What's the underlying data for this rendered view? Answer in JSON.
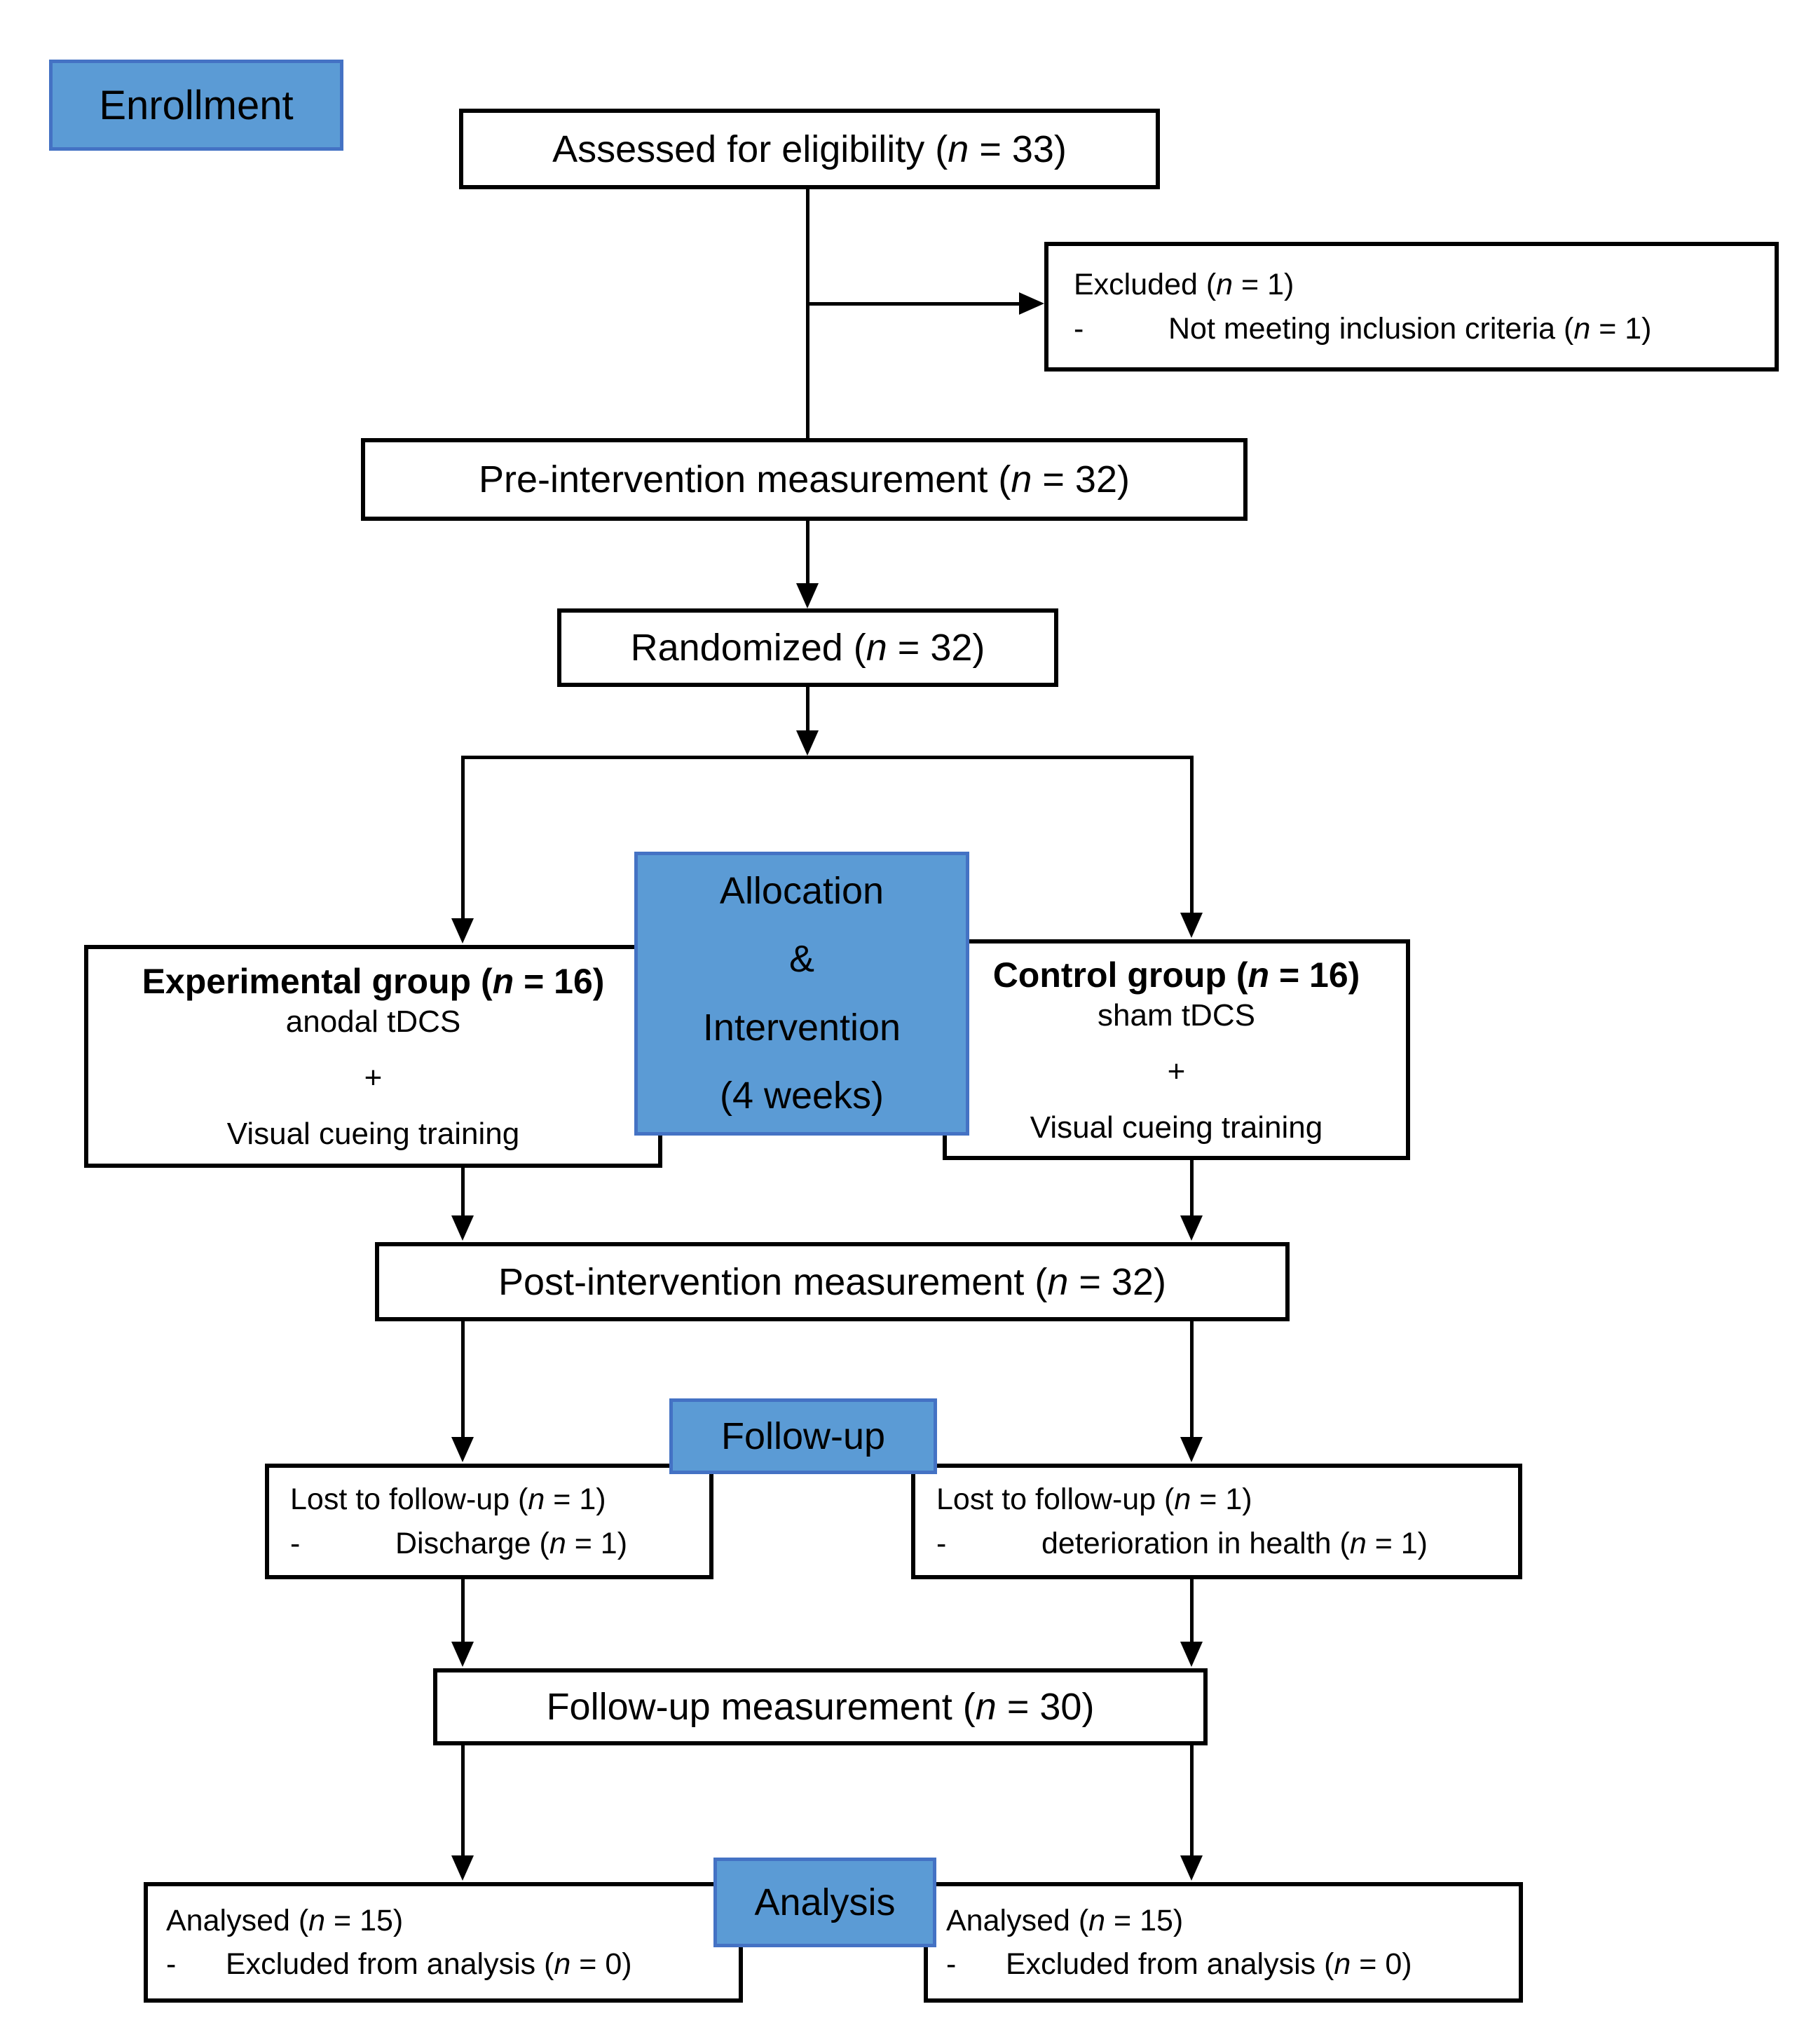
{
  "ui": {
    "dash": "-"
  },
  "colors": {
    "blue_fill": "#5b9bd5",
    "blue_border": "#4472c4",
    "box_border": "#000000",
    "text": "#000000"
  },
  "stages": {
    "enrollment": "Enrollment",
    "allocation_line1": "Allocation",
    "allocation_line2": "&",
    "allocation_line3": "Intervention",
    "allocation_line4": "(4 weeks)",
    "followup": "Follow-up",
    "analysis": "Analysis"
  },
  "nodes": {
    "assessed": "Assessed for eligibility (n = 33)",
    "excluded_title": "Excluded (n = 1)",
    "excluded_reason": "Not meeting inclusion criteria (n = 1)",
    "pre_measurement": "Pre-intervention measurement (n = 32)",
    "randomized": "Randomized (n = 32)",
    "experimental_title": "Experimental group (n = 16)",
    "experimental_line1": "anodal tDCS",
    "experimental_line2": "+",
    "experimental_line3": "Visual cueing training",
    "control_title": "Control group (n = 16)",
    "control_line1": "sham tDCS",
    "control_line2": "+",
    "control_line3": "Visual cueing training",
    "post_measurement": "Post-intervention measurement (n = 32)",
    "lost_left_title": "Lost to follow-up (n = 1)",
    "lost_left_reason": "Discharge (n = 1)",
    "lost_right_title": "Lost to follow-up (n = 1)",
    "lost_right_reason": "deterioration in health (n = 1)",
    "followup_measurement": "Follow-up measurement (n = 30)",
    "analysed_left_title": "Analysed (n = 15)",
    "analysed_left_reason": "Excluded from analysis (n = 0)",
    "analysed_right_title": "Analysed (n = 15)",
    "analysed_right_reason": "Excluded from analysis (n = 0)"
  }
}
